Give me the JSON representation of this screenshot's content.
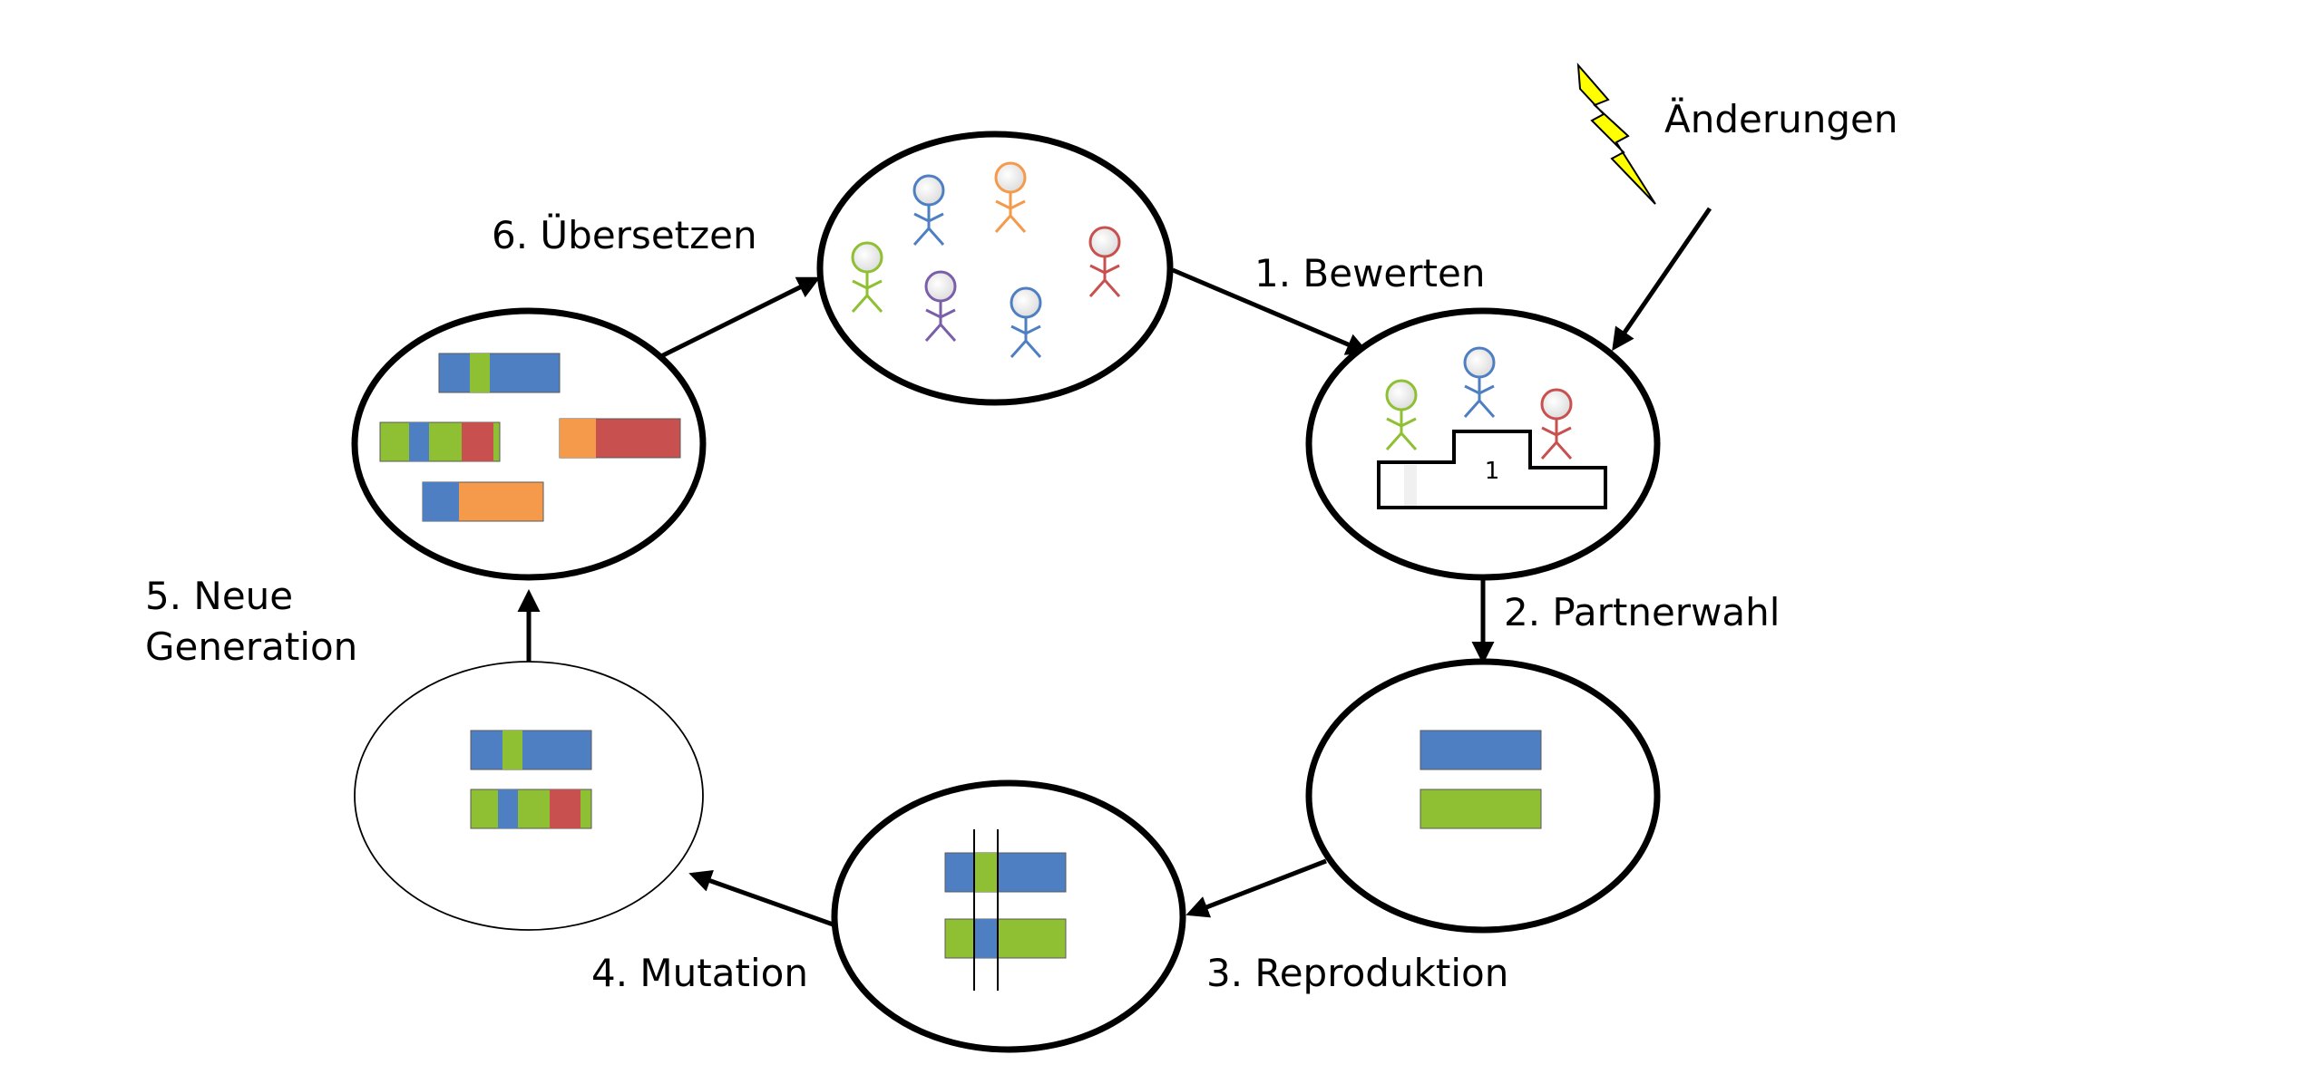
{
  "colors": {
    "blue": "#4e7fc2",
    "green": "#8fbf32",
    "orange": "#f59a4a",
    "red": "#c8504f",
    "purple": "#7b5ea8",
    "lightning": "#ffff00"
  },
  "labels": {
    "aenderungen": "Änderungen",
    "step1": "1. Bewerten",
    "step2": "2. Partnerwahl",
    "step3": "3. Reproduktion",
    "step4": "4. Mutation",
    "step5_line1": "5. Neue",
    "step5_line2": "Generation",
    "step6": "6. Übersetzen",
    "podium_rank": "1"
  },
  "icons": [
    "stick-figure-icon",
    "lightning-icon",
    "podium-icon",
    "chromosome-bar-icon"
  ]
}
